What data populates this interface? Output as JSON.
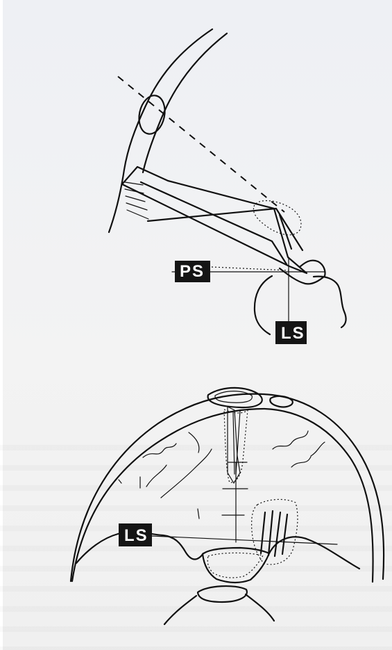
{
  "labels": {
    "top_ps": "PS",
    "top_ls": "LS",
    "bottom_ls": "LS"
  }
}
